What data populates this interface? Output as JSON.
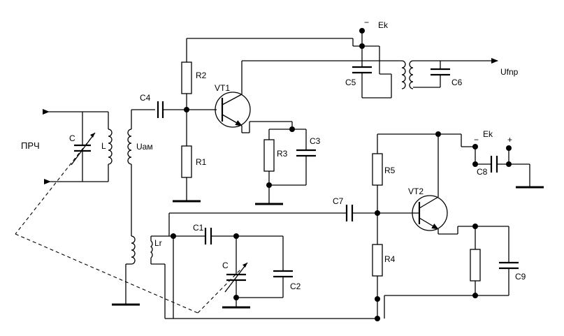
{
  "labels": {
    "prch": "ПРЧ",
    "c_top": "C",
    "l_top": "L",
    "uam": "Uам",
    "c4": "C4",
    "r2": "R2",
    "r1": "R1",
    "vt1": "VT1",
    "r3": "R3",
    "c3": "C3",
    "minus_top": "−",
    "ek_top": "Ek",
    "c5": "C5",
    "c6": "C6",
    "ufnp": "Ufnp",
    "ek_right": "Ek",
    "minus_right": "−",
    "plus_right": "+",
    "c8": "C8",
    "r5": "R5",
    "vt2": "VT2",
    "c7": "C7",
    "r4": "R4",
    "c9": "C9",
    "lr": "Lr",
    "c1": "C1",
    "c_bottom": "C",
    "c2": "C2"
  }
}
